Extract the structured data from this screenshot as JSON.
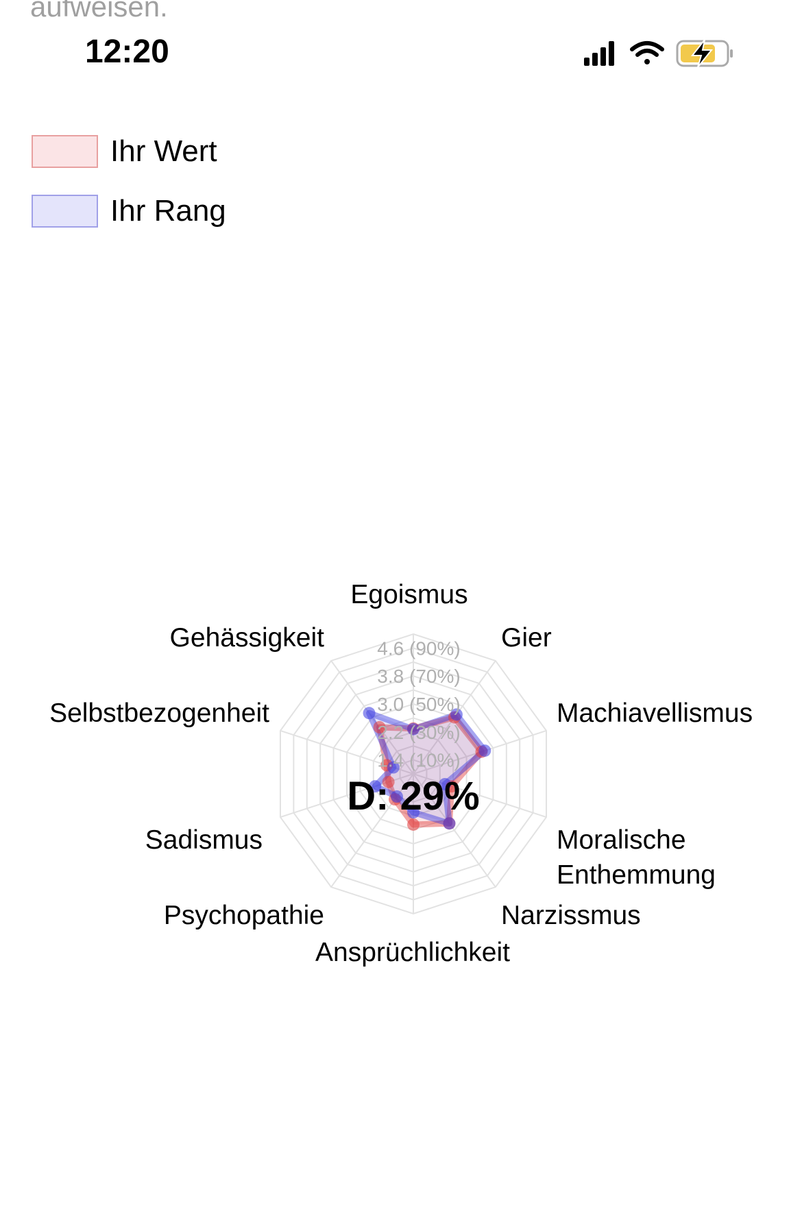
{
  "previous_text": "aufweisen.",
  "status_bar": {
    "time": "12:20",
    "icons": [
      "cellular-signal-icon",
      "wifi-icon",
      "battery-charging-icon"
    ]
  },
  "legend": [
    {
      "label": "Ihr Wert",
      "fill": "#fbe4e6",
      "border": "#e8a0a0"
    },
    {
      "label": "Ihr Rang",
      "fill": "#e4e4fb",
      "border": "#a0a0e8"
    }
  ],
  "chart_data": {
    "type": "radar",
    "center_label": "D: 29%",
    "axes": [
      "Egoismus",
      "Gier",
      "Machiavellismus",
      "Moralische Enthemmung",
      "Narzissmus",
      "Ansprüchlichkeit",
      "Psychopathie",
      "Sadismus",
      "Selbstbezogenheit",
      "Gehässigkeit"
    ],
    "range": [
      1,
      5
    ],
    "ring_step": 0.4,
    "tick_labels": [
      {
        "value": 1.4,
        "label": "1.4  (10%)"
      },
      {
        "value": 2.2,
        "label": "2.2  (30%)"
      },
      {
        "value": 3.0,
        "label": "3.0  (50%)"
      },
      {
        "value": 3.8,
        "label": "3.8  (70%)"
      },
      {
        "value": 4.6,
        "label": "4.6  (90%)"
      }
    ],
    "series": [
      {
        "name": "Ihr Wert",
        "color": "#e03a3a",
        "values": [
          2.3,
          3.0,
          3.05,
          2.15,
          2.75,
          2.45,
          1.9,
          1.75,
          1.8,
          2.65
        ]
      },
      {
        "name": "Ihr Rang",
        "color": "#3a3ae0",
        "values": [
          2.28,
          3.1,
          3.15,
          1.95,
          2.75,
          2.1,
          1.8,
          2.15,
          1.6,
          3.15
        ]
      }
    ]
  }
}
